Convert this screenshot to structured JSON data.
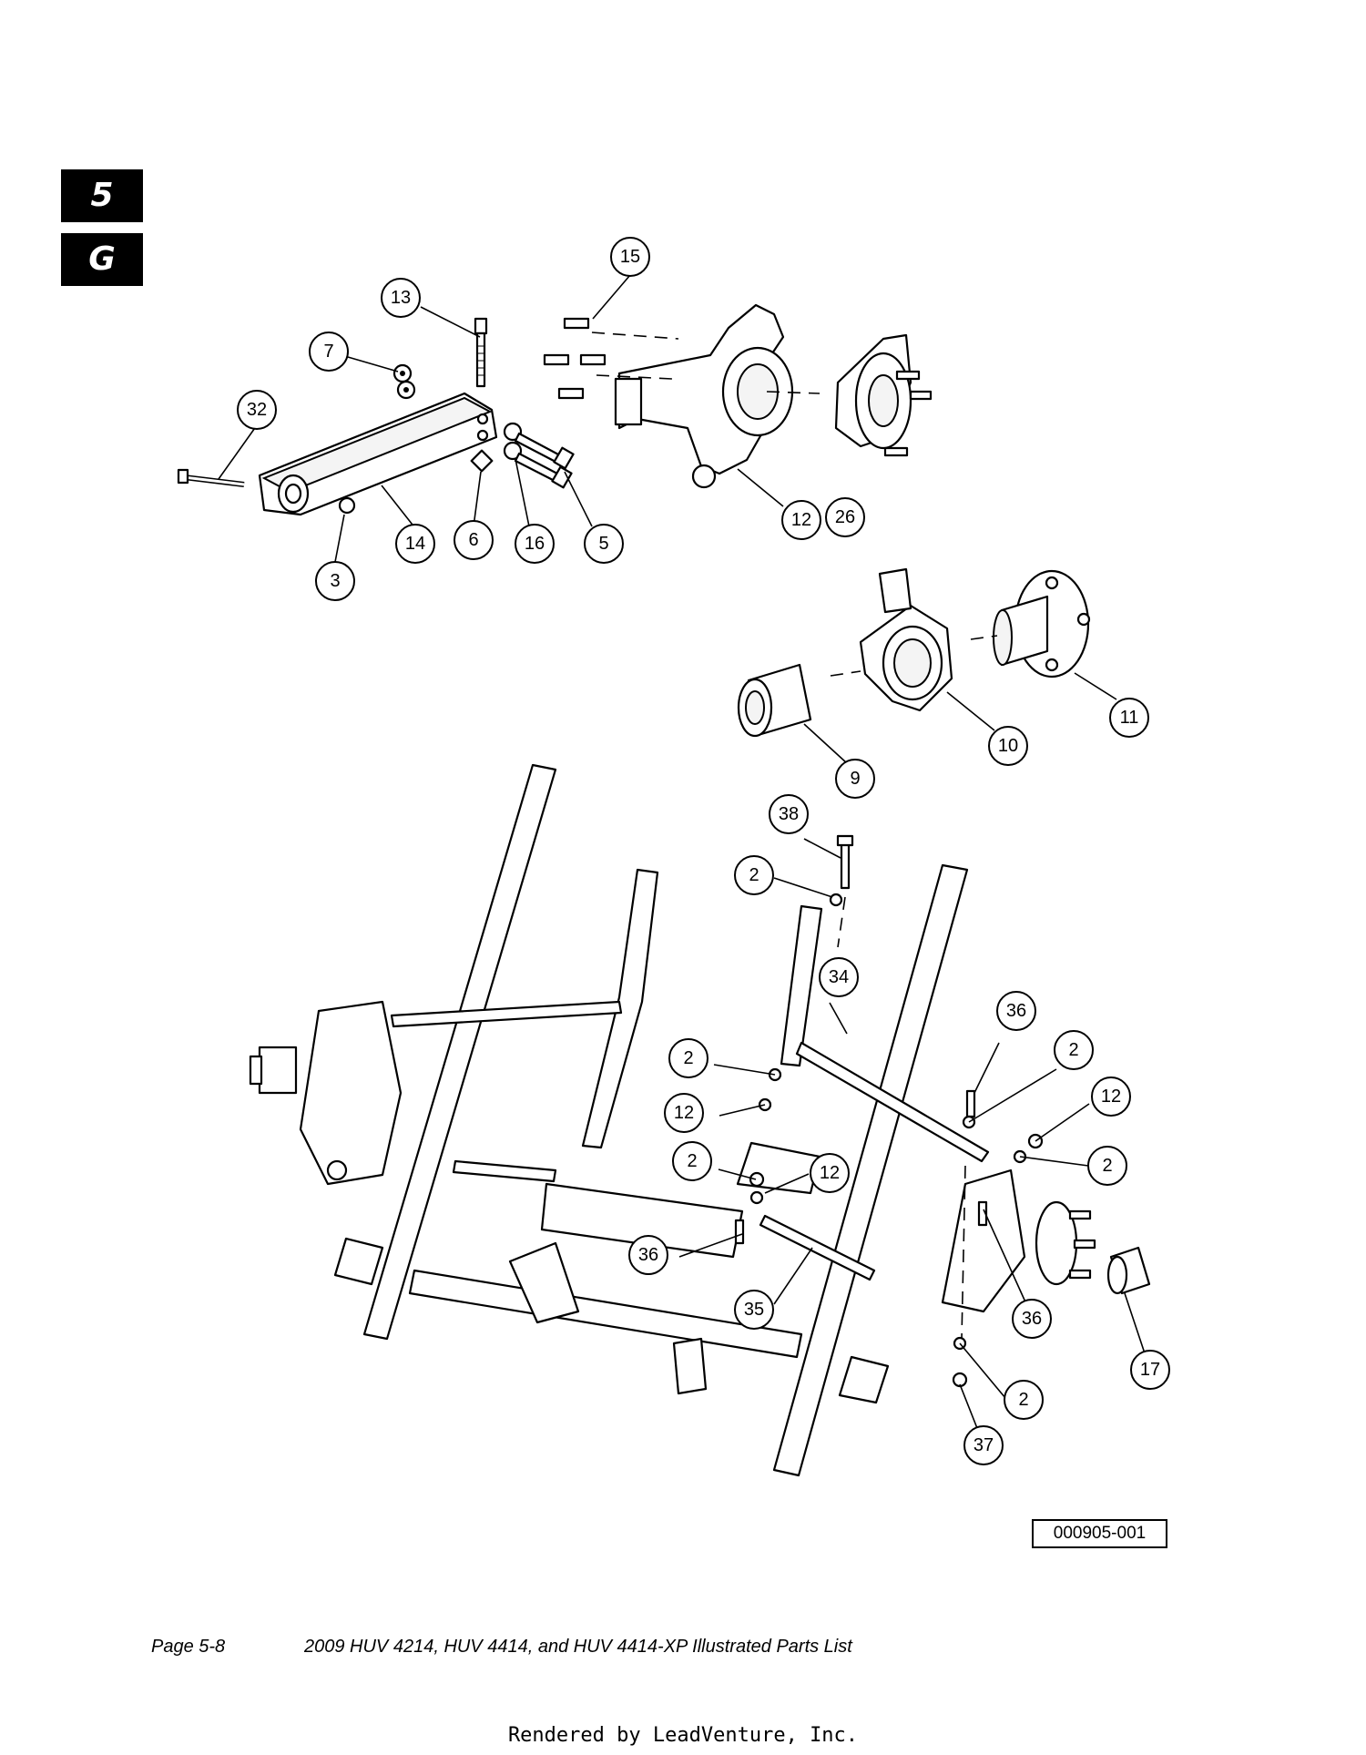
{
  "section_tabs": {
    "chapter": "5",
    "letter": "G"
  },
  "callouts": {
    "c15": "15",
    "c13": "13",
    "c7": "7",
    "c32": "32",
    "c14": "14",
    "c3": "3",
    "c6": "6",
    "c16": "16",
    "c5": "5",
    "c12_top": "12",
    "c26": "26",
    "c11": "11",
    "c10": "10",
    "c9": "9",
    "c38": "38",
    "c2_a": "2",
    "c34": "34",
    "c36_a": "36",
    "c2_b": "2",
    "c12_a": "12",
    "c2_c": "2",
    "c12_b": "12",
    "c12_c": "12",
    "c2_d": "2",
    "c2_e": "2",
    "c36_b": "36",
    "c35": "35",
    "c36_c": "36",
    "c17": "17",
    "c2_f": "2",
    "c37": "37"
  },
  "figure_code": "000905-001",
  "footer": {
    "page": "Page 5-8",
    "title": "2009 HUV 4214, HUV 4414, and HUV 4414-XP Illustrated Parts List",
    "rendered_by": "Rendered by LeadVenture, Inc."
  }
}
